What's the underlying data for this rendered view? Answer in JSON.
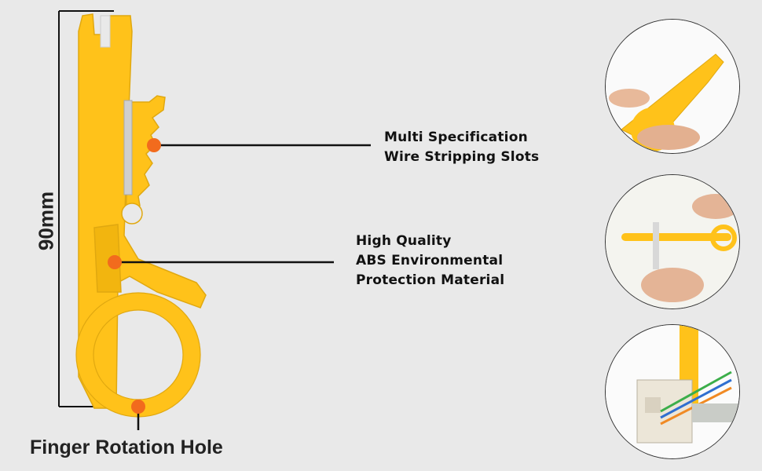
{
  "dimension": {
    "label": "90mm"
  },
  "callouts": [
    {
      "lines": [
        "Multi Specification",
        "Wire Stripping Slots"
      ]
    },
    {
      "lines": [
        "High Quality",
        "ABS Environmental",
        "Protection Material"
      ]
    }
  ],
  "bottom_caption": "Finger Rotation Hole",
  "colors": {
    "background": "#e9e9e9",
    "tool_yellow": "#ffc21a",
    "marker_orange": "#f26b1d",
    "line": "#111111"
  }
}
